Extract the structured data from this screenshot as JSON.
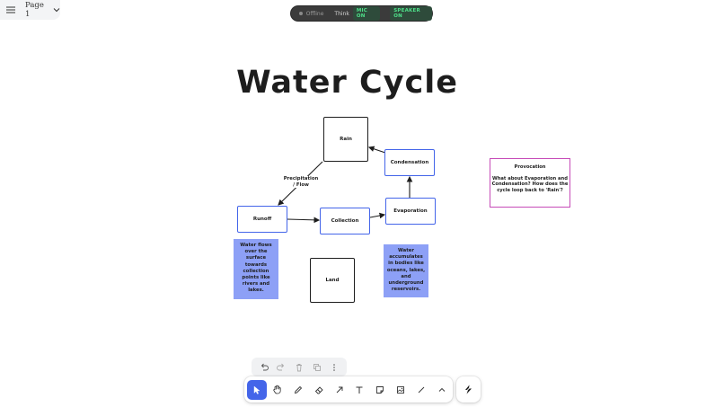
{
  "page_menu": {
    "label": "Page 1"
  },
  "status": {
    "offline": "Offline",
    "think": "Think",
    "mic": "MIC ON",
    "speaker": "SPEAKER ON",
    "colors": {
      "pill_bg": "#3b3b3b",
      "badge_text": "#4fe08a"
    }
  },
  "canvas": {
    "title": "Water Cycle",
    "nodes": {
      "rain": "Rain",
      "condensation": "Condensation",
      "evaporation": "Evaporation",
      "collection": "Collection",
      "runoff": "Runoff",
      "land": "Land"
    },
    "edge_label_precip_1": "Precipitation",
    "edge_label_precip_2": "/ Flow",
    "notes": {
      "runoff": "Water flows over the surface towards collection points like rivers and lakes.",
      "collection": "Water accumulates in bodies like oceans, lakes, and underground reservoirs."
    },
    "provocation": {
      "title": "Provocation",
      "body": "What about Evaporation and Condensation? How does the cycle loop back to 'Rain'?"
    },
    "colors": {
      "blue_border": "#4465e9",
      "note_fill": "#8da0f6",
      "provocation_border": "#c64bb8"
    }
  },
  "action_bar": {
    "icons": [
      "undo-icon",
      "redo-icon",
      "trash-icon",
      "duplicate-icon",
      "more-icon"
    ]
  },
  "toolbar": {
    "tools": [
      "select-icon",
      "hand-icon",
      "pencil-icon",
      "eraser-icon",
      "arrow-icon",
      "text-icon",
      "note-icon",
      "image-icon",
      "line-icon",
      "chevron-up-icon"
    ],
    "active_tool": "select-icon",
    "extra": "ai-bolt-icon",
    "colors": {
      "active": "#4465e9"
    }
  }
}
